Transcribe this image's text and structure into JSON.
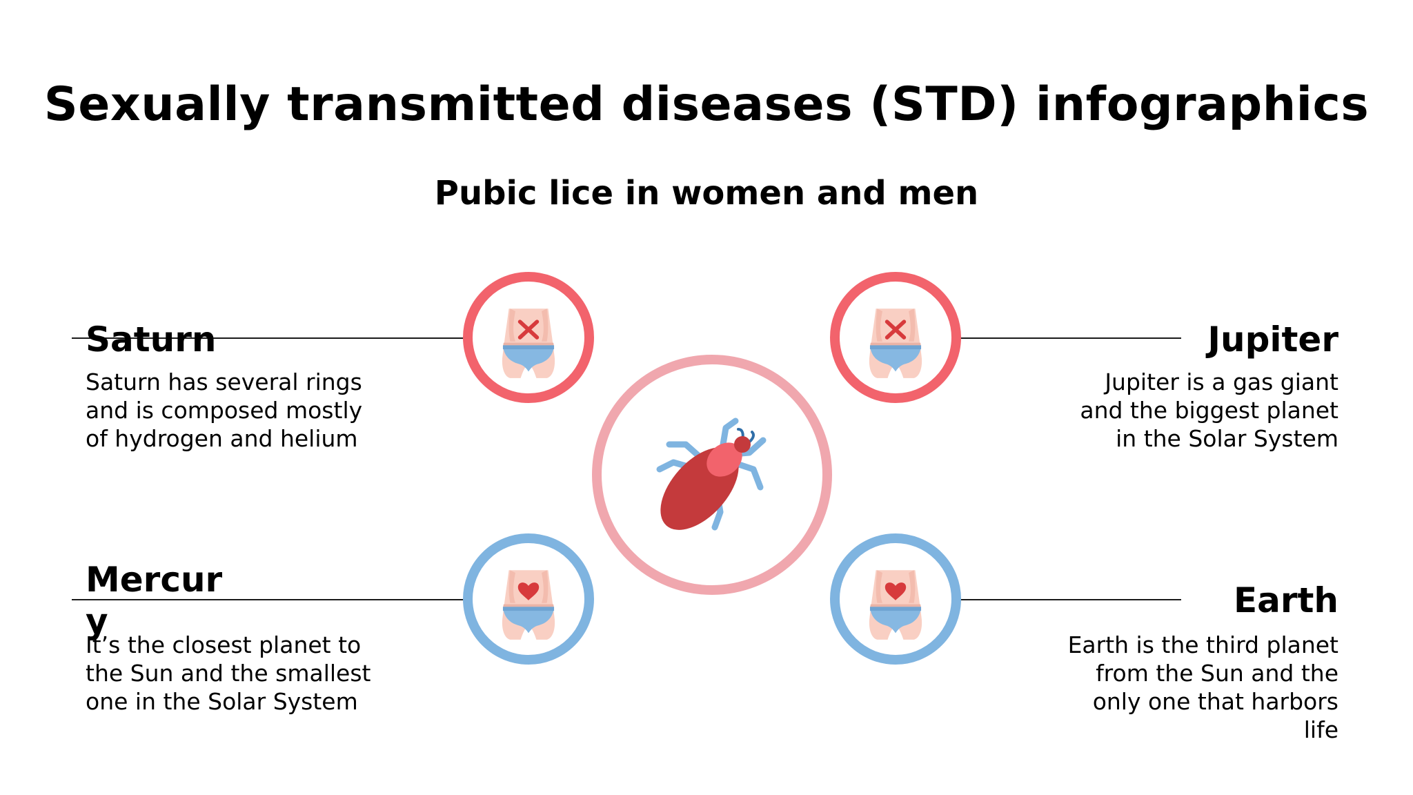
{
  "title": "Sexually transmitted diseases (STD) infographics",
  "subtitle": "Pubic lice in women and men",
  "colors": {
    "red_ring": "#f2636c",
    "blue_ring": "#7fb4e0",
    "center_ring": "#f0a7ae",
    "louse_body": "#c43a3c",
    "louse_head": "#f2636c",
    "louse_legs": "#7fb4e0",
    "skin": "#f9cfc3",
    "underwear": "#86b8e2",
    "symbol_red": "#d73a3c"
  },
  "center_icon": "louse-icon",
  "items": [
    {
      "key": "saturn",
      "title": "Saturn",
      "text": "Saturn has several rings and is composed mostly of hydrogen and helium",
      "icon": "infected-pelvis-icon"
    },
    {
      "key": "jupiter",
      "title": "Jupiter",
      "text": "Jupiter is a gas giant and the biggest planet in the Solar System",
      "icon": "infected-pelvis-icon"
    },
    {
      "key": "mercury",
      "title": "Mercury",
      "text": "It’s the closest planet to the Sun and the smallest one in the Solar System",
      "icon": "healthy-pelvis-icon"
    },
    {
      "key": "earth",
      "title": "Earth",
      "text": "Earth is the third planet from the Sun and the only one that harbors life",
      "icon": "healthy-pelvis-icon"
    }
  ]
}
